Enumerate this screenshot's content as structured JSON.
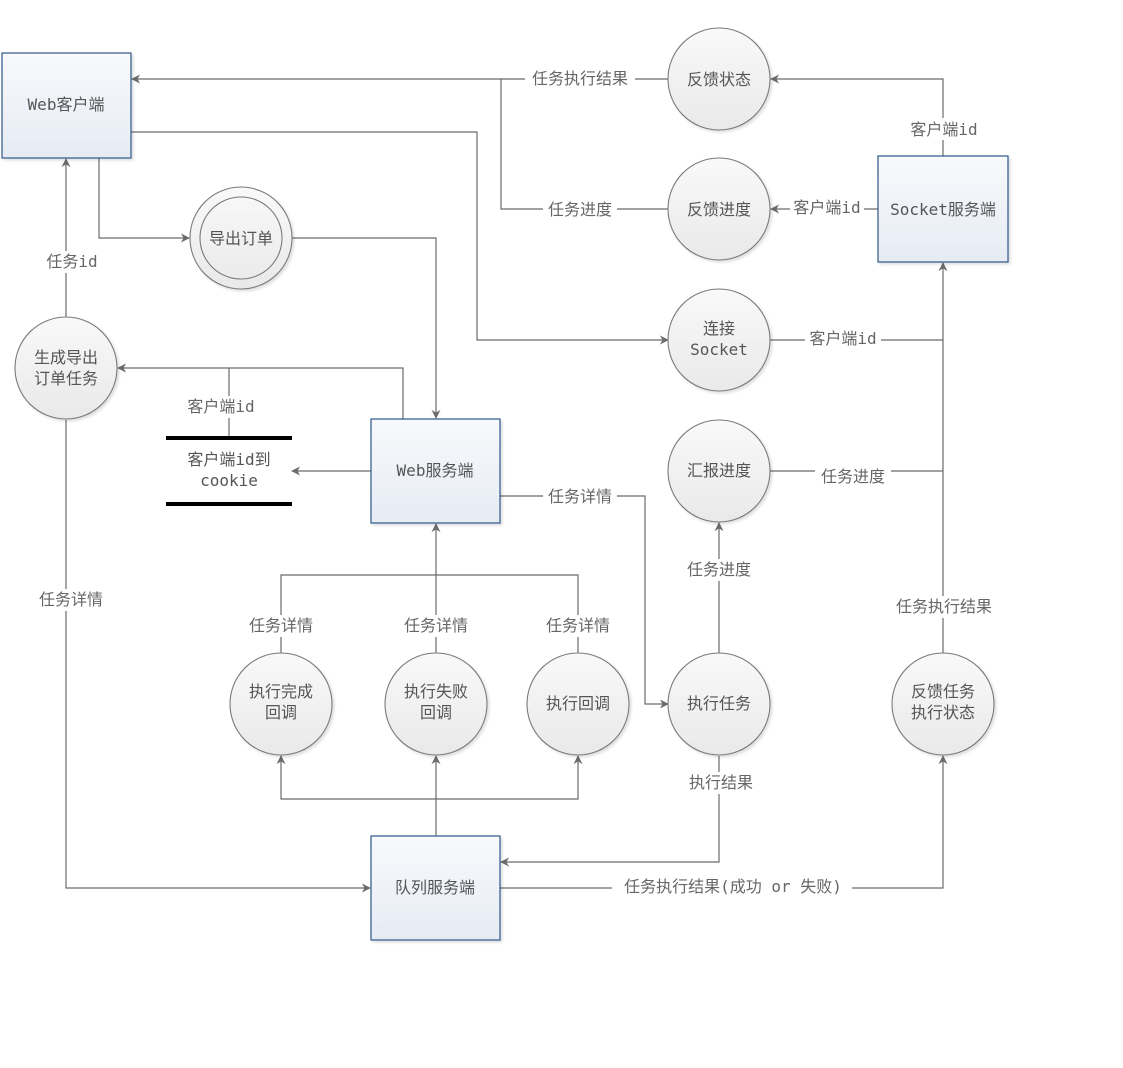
{
  "diagram": {
    "type": "data-flow-diagram",
    "colors": {
      "box_border": "#2f5688",
      "box_fill_top": "#f8f9fc",
      "box_fill_bottom": "#e6ebf4",
      "circle_border": "#7a7a7a",
      "circle_fill_top": "#f9f9f9",
      "circle_fill_bottom": "#e9e9e9",
      "edge": "#6b6b6b",
      "text": "#555555"
    },
    "entities": [
      {
        "id": "web_client",
        "label": "Web客户端"
      },
      {
        "id": "socket_server",
        "label": "Socket服务端"
      },
      {
        "id": "web_server",
        "label": "Web服务端"
      },
      {
        "id": "queue_server",
        "label": "队列服务端"
      }
    ],
    "processes": [
      {
        "id": "feedback_status",
        "lines": [
          "反馈状态"
        ]
      },
      {
        "id": "feedback_progress",
        "lines": [
          "反馈进度"
        ]
      },
      {
        "id": "connect_socket",
        "lines": [
          "连接",
          "Socket"
        ]
      },
      {
        "id": "report_progress",
        "lines": [
          "汇报进度"
        ]
      },
      {
        "id": "export_order",
        "lines": [
          "导出订单"
        ],
        "double": true
      },
      {
        "id": "gen_export_task",
        "lines": [
          "生成导出",
          "订单任务"
        ]
      },
      {
        "id": "complete_callback",
        "lines": [
          "执行完成",
          "回调"
        ]
      },
      {
        "id": "fail_callback",
        "lines": [
          "执行失败",
          "回调"
        ]
      },
      {
        "id": "exec_callback",
        "lines": [
          "执行回调"
        ]
      },
      {
        "id": "exec_task",
        "lines": [
          "执行任务"
        ]
      },
      {
        "id": "feedback_exec_status",
        "lines": [
          "反馈任务",
          "执行状态"
        ]
      }
    ],
    "data_stores": [
      {
        "id": "cookie_store",
        "lines": [
          "客户端id到",
          "cookie"
        ]
      }
    ],
    "flow_labels": {
      "result_to_client": "任务执行结果",
      "progress_to_client": "任务进度",
      "socket_to_feedback_status": "客户端id",
      "socket_to_feedback_progress": "客户端id",
      "connect_to_socket": "客户端id",
      "report_to_socket": "任务进度",
      "gen_task_to_client": "任务id",
      "store_client_id": "客户端id",
      "server_to_exec": "任务详情",
      "gen_task_to_queue": "任务详情",
      "complete_to_server": "任务详情",
      "fail_to_server": "任务详情",
      "exec_cb_to_server": "任务详情",
      "exec_to_report": "任务进度",
      "exec_result": "执行结果",
      "queue_result": "任务执行结果(成功 or 失败)",
      "exec_status_to_socket": "任务执行结果"
    }
  }
}
